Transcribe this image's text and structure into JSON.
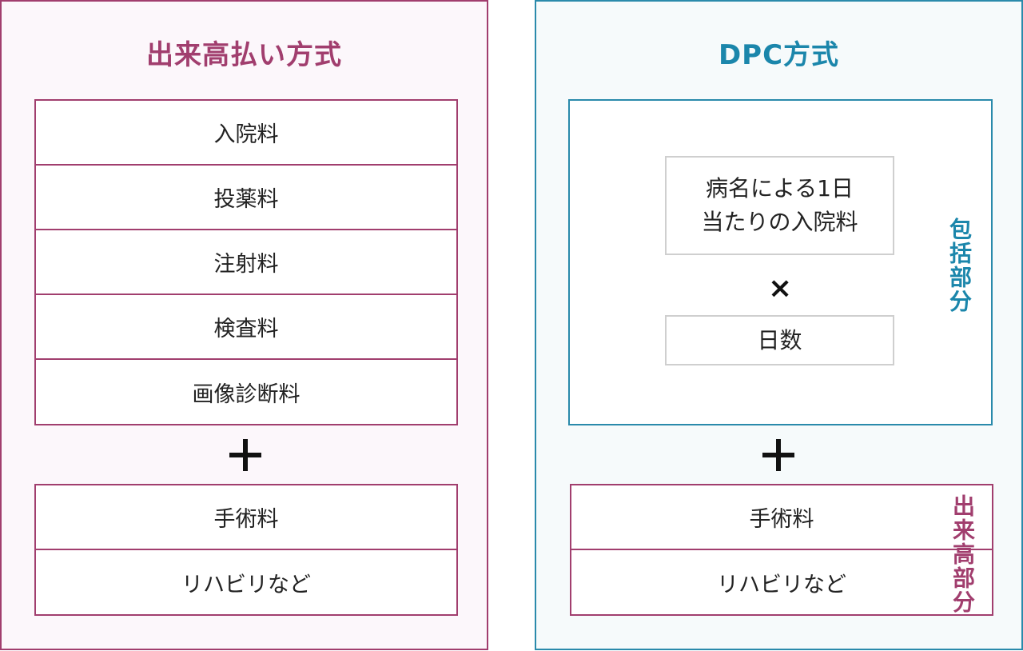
{
  "colors": {
    "fee_for_service_accent": "#a13e6e",
    "dpc_accent": "#2a8aab",
    "inner_border": "#cfcfcf"
  },
  "left_panel": {
    "title": "出来高払い方式",
    "top_items": [
      "入院料",
      "投薬料",
      "注射料",
      "検査料",
      "画像診断料"
    ],
    "plus_icon": "plus-icon",
    "bottom_items": [
      "手術料",
      "リハビリなど"
    ]
  },
  "right_panel": {
    "title": "DPC方式",
    "inclusive": {
      "formula_top_line1": "病名による1日",
      "formula_top_line2": "当たりの入院料",
      "times_symbol": "×",
      "formula_bottom": "日数",
      "side_label": "包括部分"
    },
    "plus_icon": "plus-icon",
    "bottom_items": [
      "手術料",
      "リハビリなど"
    ],
    "bottom_side_label": "出来高部分"
  }
}
